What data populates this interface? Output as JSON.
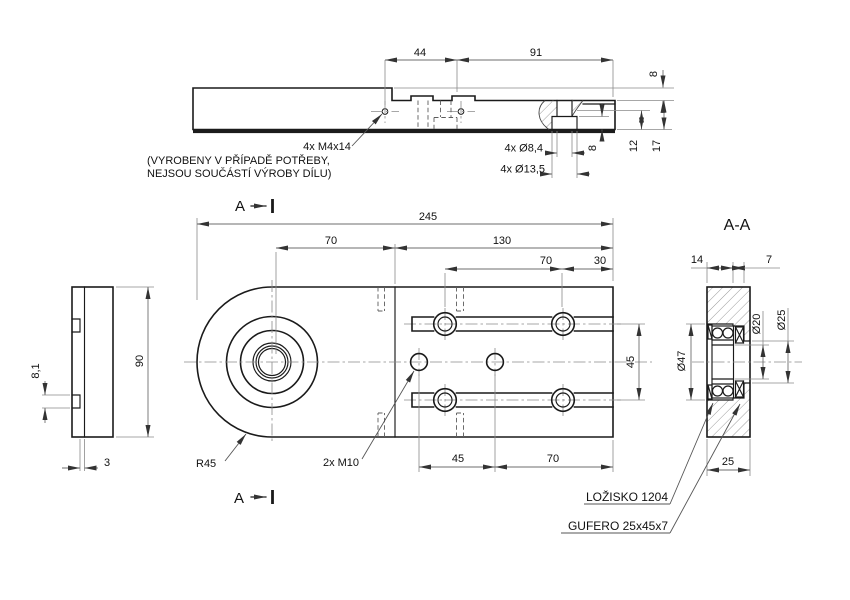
{
  "note": {
    "line1": "(VYROBENY V PŘÍPADĚ POTŘEBY,",
    "line2": "NEJSOU SOUČÁSTÍ VÝROBY DÍLU)"
  },
  "section_marker": {
    "letter": "A"
  },
  "top_view": {
    "dims": {
      "d44": "44",
      "d91": "91",
      "d8_step": "8",
      "d12": "12",
      "d17": "17",
      "d8_depth": "8"
    },
    "labels": {
      "m4": "4x M4x14",
      "holes_small": "4x Ø8,4",
      "holes_large": "4x Ø13,5"
    }
  },
  "front_view": {
    "dims": {
      "d245": "245",
      "d70_left": "70",
      "d130": "130",
      "d70_top": "70",
      "d30": "30",
      "d45_side": "45",
      "d45_bottom": "45",
      "d70_bottom": "70"
    },
    "labels": {
      "radius": "R45",
      "thread": "2x M10"
    }
  },
  "side_view": {
    "dims": {
      "d81": "8,1",
      "d90": "90",
      "d3": "3"
    }
  },
  "section_view": {
    "title": "A-A",
    "dims": {
      "d14": "14",
      "d7": "7",
      "d20": "Ø20",
      "d25": "Ø25",
      "d47": "Ø47",
      "d25_width": "25"
    },
    "labels": {
      "bearing": "LOŽISKO 1204",
      "seal": "GUFERO 25x45x7"
    }
  }
}
